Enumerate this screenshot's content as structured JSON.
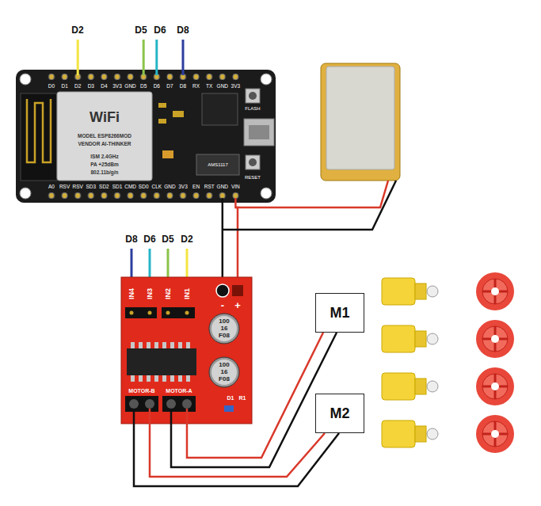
{
  "diagram": {
    "nodes": [
      {
        "text": [
          "M1"
        ]
      },
      {
        "text": [
          "M2"
        ]
      }
    ],
    "labels": [
      "D2",
      "D5",
      "D6",
      "D8",
      "D8",
      "D6",
      "D5",
      "D2",
      "D0",
      "D1",
      "D2",
      "D3",
      "D4",
      "3V3",
      "GND",
      "D5",
      "D6",
      "D7",
      "D8",
      "RX",
      "TX",
      "GND",
      "3V3",
      "A0",
      "RSV",
      "RSV",
      "SD3",
      "SD2",
      "SD1",
      "CMD",
      "SD0",
      "CLK",
      "GND",
      "3V3",
      "EN",
      "RST",
      "GND",
      "VIN",
      "WiFi",
      "MODEL ESP8266MOD",
      "VENDOR AI-THINKER",
      "ISM 2.4GHz",
      "PA +25dBm",
      "802.11b/g/n",
      "FLASH",
      "RESET",
      "AMS1117",
      "IN4",
      "IN3",
      "IN2",
      "IN1",
      "-",
      "+",
      "100",
      "16",
      "F08",
      "100",
      "16",
      "F08",
      "MOTOR-B",
      "MOTOR-A",
      "D1",
      "R1"
    ]
  }
}
